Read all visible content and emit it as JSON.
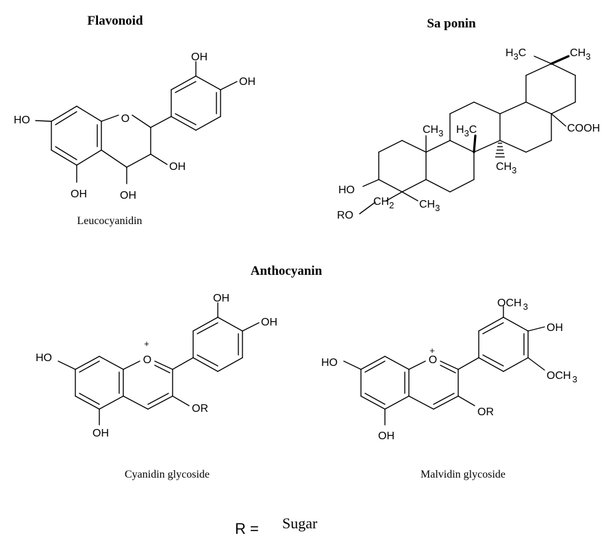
{
  "titles": {
    "flavonoid": "Flavonoid",
    "saponin": "Sa ponin",
    "anthocyanin": "Anthocyanin"
  },
  "captions": {
    "leucocyanidin": "Leucocyanidin",
    "cyanidin": "Cyanidin glycoside",
    "malvidin": "Malvidin glycoside"
  },
  "legend": {
    "r_equals": "R =",
    "sugar": "Sugar"
  },
  "labels": {
    "oh": "OH",
    "ho": "HO",
    "o": "O",
    "plus": "+",
    "or": "OR",
    "ro": "RO",
    "cooh": "COOH",
    "ch3": "CH",
    "h3c": "H",
    "c": "C",
    "och3": "OCH",
    "ch2": "CH",
    "sub2": "2",
    "sub3": "3"
  }
}
